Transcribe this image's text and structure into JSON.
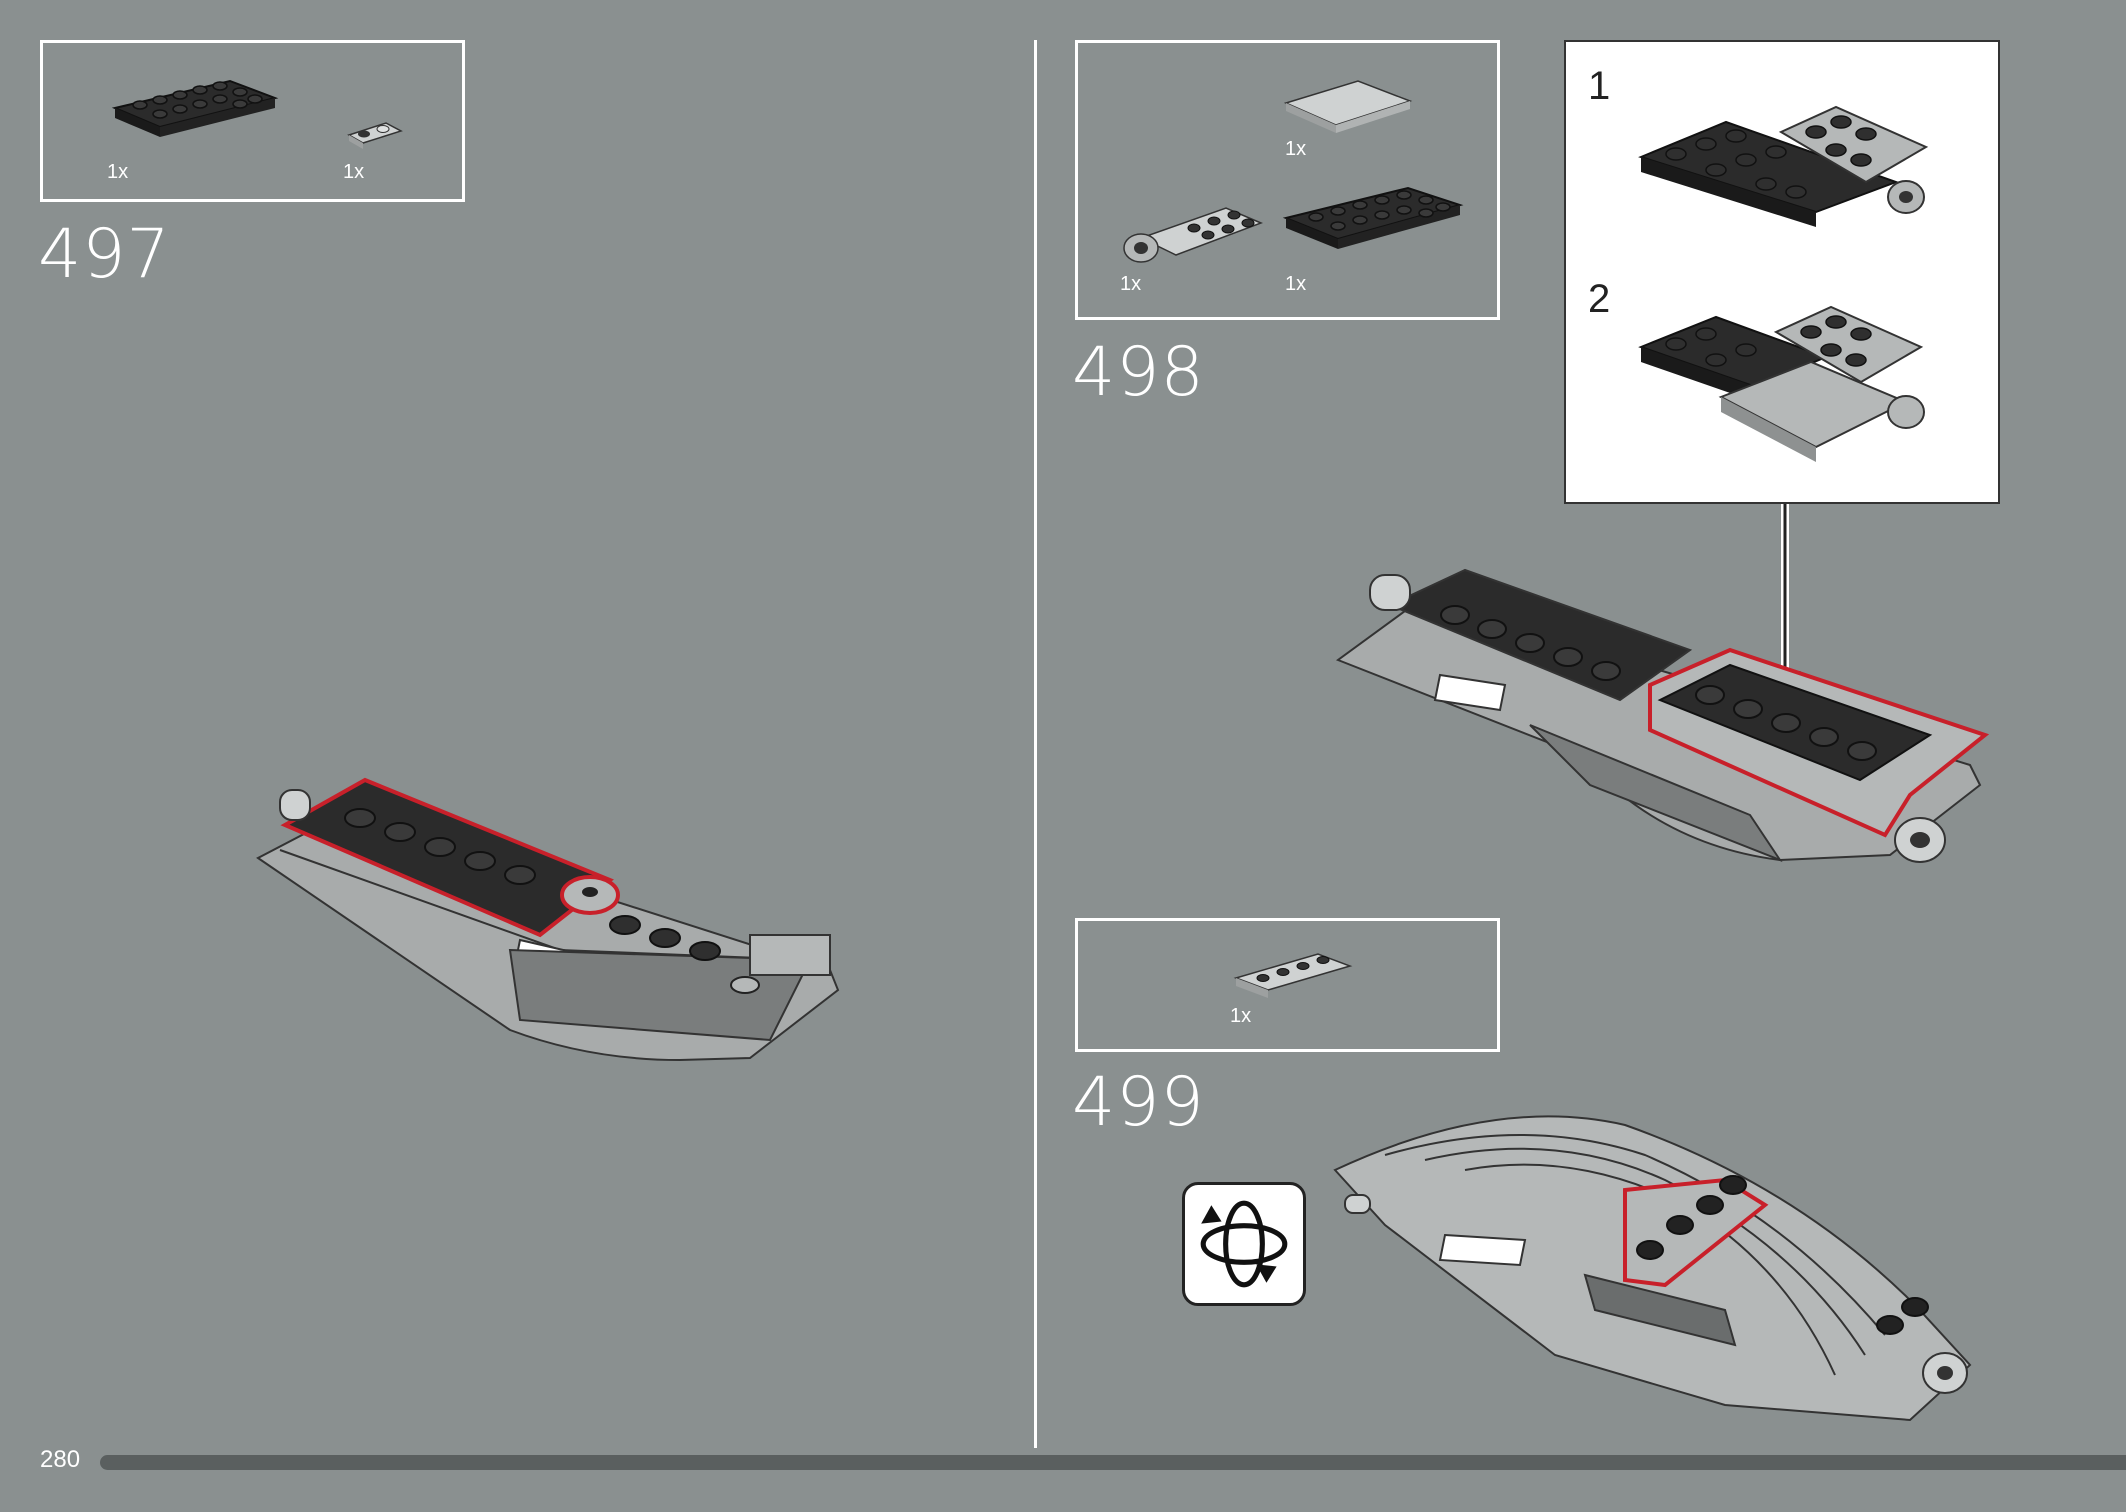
{
  "page": {
    "number": "280"
  },
  "steps": [
    {
      "number": "497",
      "parts": [
        {
          "qty": "1x",
          "icon": "dark-plate-2x6"
        },
        {
          "qty": "1x",
          "icon": "light-gray-plate-1x2-round"
        }
      ]
    },
    {
      "number": "498",
      "parts": [
        {
          "qty": "1x",
          "icon": "light-gray-tile-2x4"
        },
        {
          "qty": "1x",
          "icon": "light-gray-hinge-plate"
        },
        {
          "qty": "1x",
          "icon": "dark-plate-2x6"
        }
      ],
      "subassembly": [
        {
          "label": "1"
        },
        {
          "label": "2"
        }
      ]
    },
    {
      "number": "499",
      "parts": [
        {
          "qty": "1x",
          "icon": "light-gray-plate-1x4"
        }
      ],
      "rotate_icon": "rotate-model-icon"
    }
  ],
  "colors": {
    "background": "#8a9090",
    "highlight": "#c8202a",
    "dark_brick": "#2b2b2b",
    "light_brick": "#b5b8b8"
  }
}
